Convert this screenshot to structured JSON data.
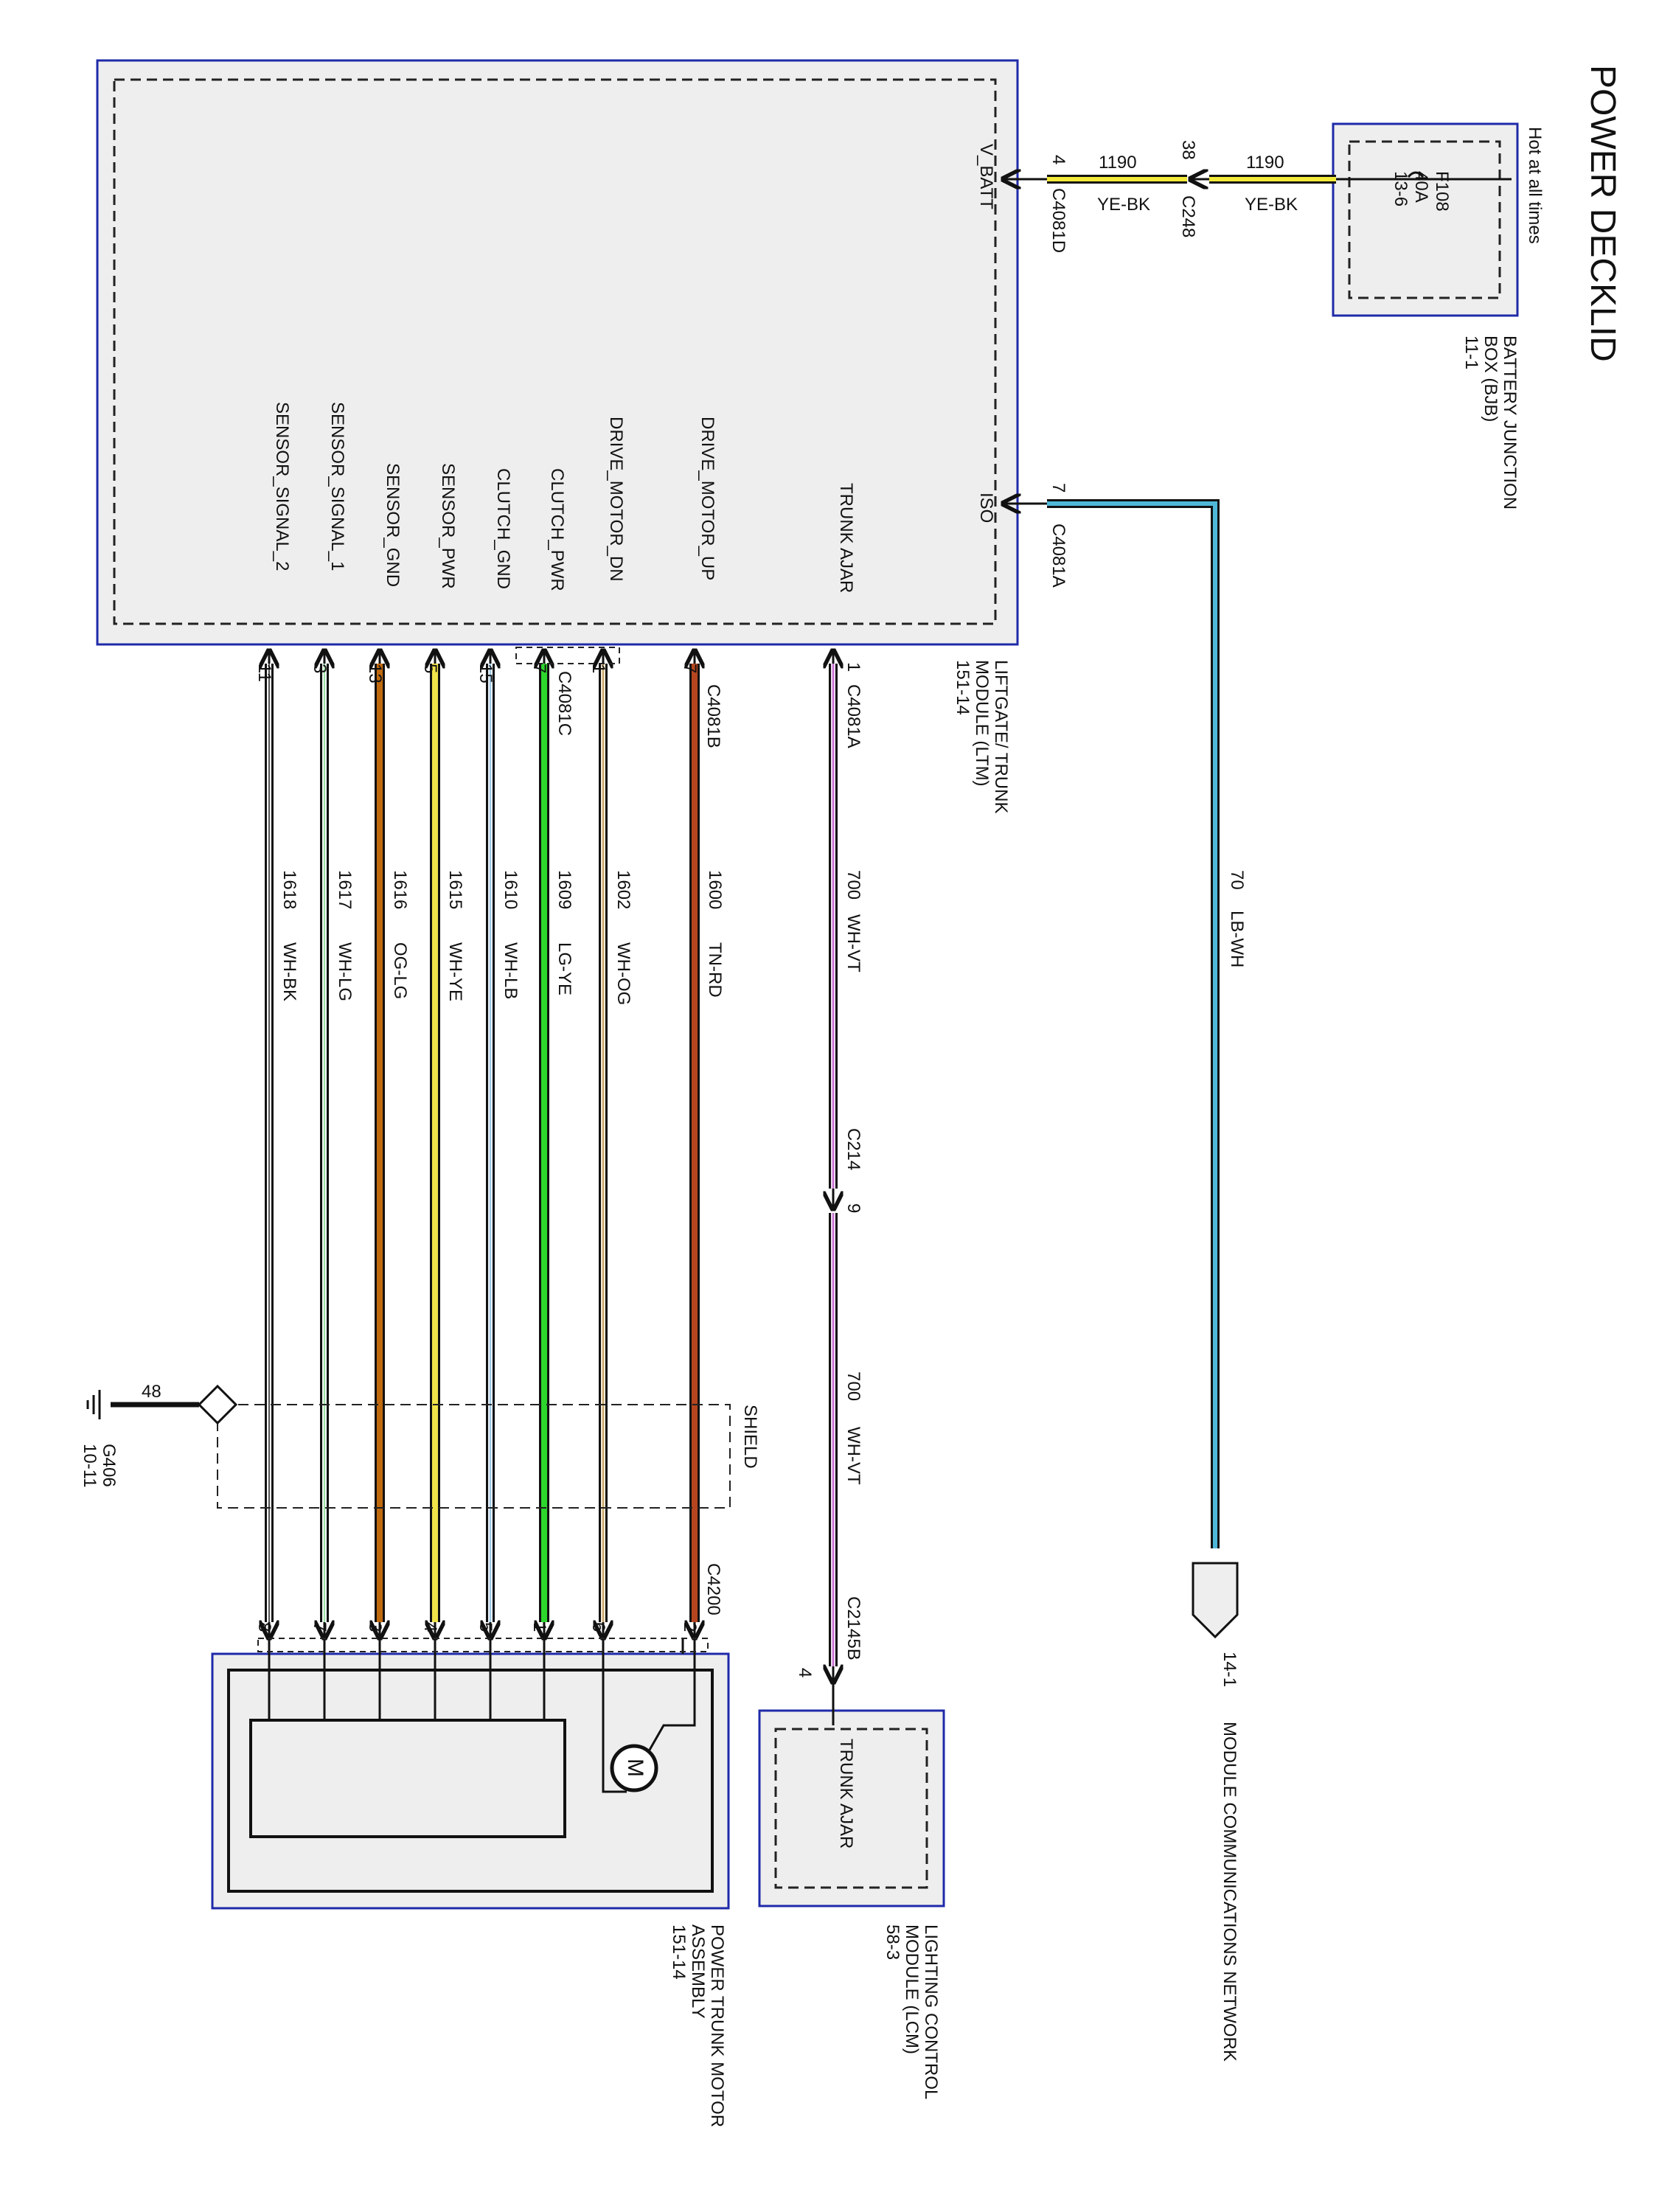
{
  "title": "POWER DECKLID",
  "colors": {
    "box_border": "#1f2aa8",
    "box_fill": "#eeeeee",
    "ye_bk": "#f2ea3a",
    "lb_wh": "#4fb8d8",
    "wh_vt": "#c46ad0",
    "tn_rd": "#b5451f",
    "wh_og": "#c9a56a",
    "lg_ye": "#2dd62d",
    "wh_lb": "#9fc9e8",
    "wh_ye": "#f1e34a",
    "og_lg": "#c06a10",
    "wh_lg": "#9fe0a8",
    "wh_bk": "#555555"
  },
  "bjb": {
    "name": "BATTERY JUNCTION BOX (BJB)",
    "page": "11-1",
    "hot_note": "Hot at all times",
    "fuse": "F108",
    "amps": "40A",
    "location": "13-6"
  },
  "ltm": {
    "name": "LIFTGATE/ TRUNK MODULE (LTM)",
    "page": "151-14",
    "pins": [
      "V_BATT",
      "ISO",
      "TRUNK AJAR",
      "DRIVE_MOTOR_UP",
      "DRIVE_MOTOR_DN",
      "CLUTCH_PWR",
      "CLUTCH_GND",
      "SENSOR_PWR",
      "SENSOR_GND",
      "SENSOR_SIGNAL_1",
      "SENSOR_SIGNAL_2"
    ]
  },
  "power_wire": {
    "circuit": "1190",
    "color": "YE-BK",
    "inline": "C248",
    "inline_pin": "38",
    "ltm_conn": "C4081D",
    "ltm_pin": "4"
  },
  "iso_wire": {
    "circuit": "70",
    "color": "LB-WH",
    "ltm_conn": "C4081A",
    "ltm_pin": "7",
    "dest_page": "14-1",
    "dest_name": "MODULE COMMUNICATIONS NETWORK"
  },
  "ajar_wire": {
    "circuit": "700",
    "color": "WH-VT",
    "ltm_conn": "C4081A",
    "ltm_pin": "1",
    "inline": "C214",
    "inline_pin": "9",
    "lcm_conn": "C2145B",
    "lcm_pin": "4"
  },
  "motor_wires": [
    {
      "circuit": "1600",
      "color": "TN-RD",
      "ltm_pin": "7",
      "motor_pin": "2"
    },
    {
      "circuit": "1602",
      "color": "WH-OG",
      "ltm_pin": "1",
      "motor_pin": "6"
    },
    {
      "circuit": "1609",
      "color": "LG-YE",
      "ltm_pin": "7",
      "motor_pin": "1"
    },
    {
      "circuit": "1610",
      "color": "WH-LB",
      "ltm_pin": "15",
      "motor_pin": "5"
    },
    {
      "circuit": "1615",
      "color": "WH-YE",
      "ltm_pin": "5",
      "motor_pin": "4"
    },
    {
      "circuit": "1616",
      "color": "OG-LG",
      "ltm_pin": "13",
      "motor_pin": "3"
    },
    {
      "circuit": "1617",
      "color": "WH-LG",
      "ltm_pin": "3",
      "motor_pin": "7"
    },
    {
      "circuit": "1618",
      "color": "WH-BK",
      "ltm_pin": "11",
      "motor_pin": "8"
    }
  ],
  "connectors": {
    "c4081b": "C4081B",
    "c4081c": "C4081C",
    "c4200": "C4200"
  },
  "shield": {
    "label": "SHIELD",
    "ground_circuit": "48",
    "ground": "G406",
    "ground_page": "10-11"
  },
  "lcm": {
    "name": "LIGHTING CONTROL MODULE (LCM)",
    "page": "58-3",
    "pin_label": "TRUNK AJAR"
  },
  "motor_assembly": {
    "name": "POWER TRUNK MOTOR ASSEMBLY",
    "page": "151-14",
    "motor_symbol": "M"
  }
}
